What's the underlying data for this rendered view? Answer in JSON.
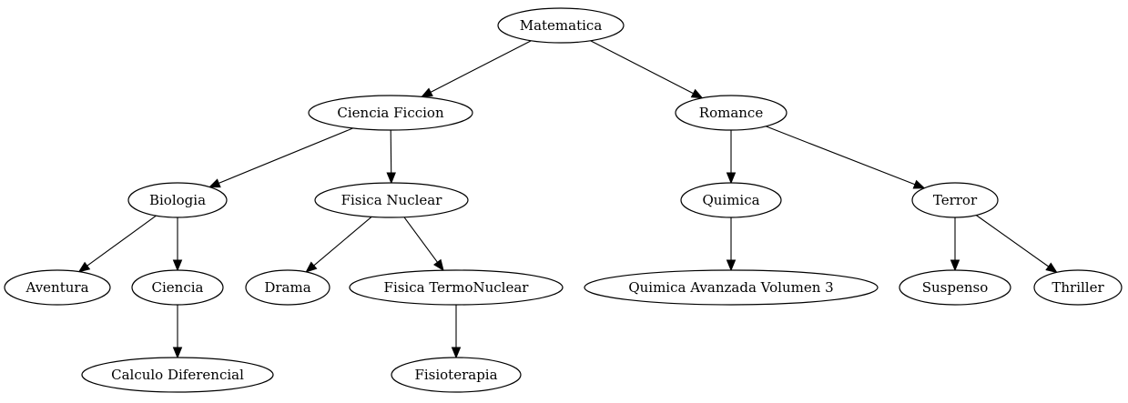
{
  "diagram": {
    "type": "tree",
    "nodes": [
      {
        "id": "matematica",
        "label": "Matematica"
      },
      {
        "id": "ciencia-ficcion",
        "label": "Ciencia Ficcion"
      },
      {
        "id": "romance",
        "label": "Romance"
      },
      {
        "id": "biologia",
        "label": "Biologia"
      },
      {
        "id": "fisica-nuclear",
        "label": "Fisica Nuclear"
      },
      {
        "id": "quimica",
        "label": "Quimica"
      },
      {
        "id": "terror",
        "label": "Terror"
      },
      {
        "id": "aventura",
        "label": "Aventura"
      },
      {
        "id": "ciencia",
        "label": "Ciencia"
      },
      {
        "id": "drama",
        "label": "Drama"
      },
      {
        "id": "fisica-termonuclear",
        "label": "Fisica TermoNuclear"
      },
      {
        "id": "quimica-avanzada",
        "label": "Quimica Avanzada Volumen 3"
      },
      {
        "id": "suspenso",
        "label": "Suspenso"
      },
      {
        "id": "thriller",
        "label": "Thriller"
      },
      {
        "id": "calculo-diferencial",
        "label": "Calculo Diferencial"
      },
      {
        "id": "fisioterapia",
        "label": "Fisioterapia"
      }
    ],
    "edges": [
      {
        "from": "matematica",
        "to": "ciencia-ficcion"
      },
      {
        "from": "matematica",
        "to": "romance"
      },
      {
        "from": "ciencia-ficcion",
        "to": "biologia"
      },
      {
        "from": "ciencia-ficcion",
        "to": "fisica-nuclear"
      },
      {
        "from": "romance",
        "to": "quimica"
      },
      {
        "from": "romance",
        "to": "terror"
      },
      {
        "from": "biologia",
        "to": "aventura"
      },
      {
        "from": "biologia",
        "to": "ciencia"
      },
      {
        "from": "fisica-nuclear",
        "to": "drama"
      },
      {
        "from": "fisica-nuclear",
        "to": "fisica-termonuclear"
      },
      {
        "from": "quimica",
        "to": "quimica-avanzada"
      },
      {
        "from": "terror",
        "to": "suspenso"
      },
      {
        "from": "terror",
        "to": "thriller"
      },
      {
        "from": "ciencia",
        "to": "calculo-diferencial"
      },
      {
        "from": "fisica-termonuclear",
        "to": "fisioterapia"
      }
    ]
  }
}
